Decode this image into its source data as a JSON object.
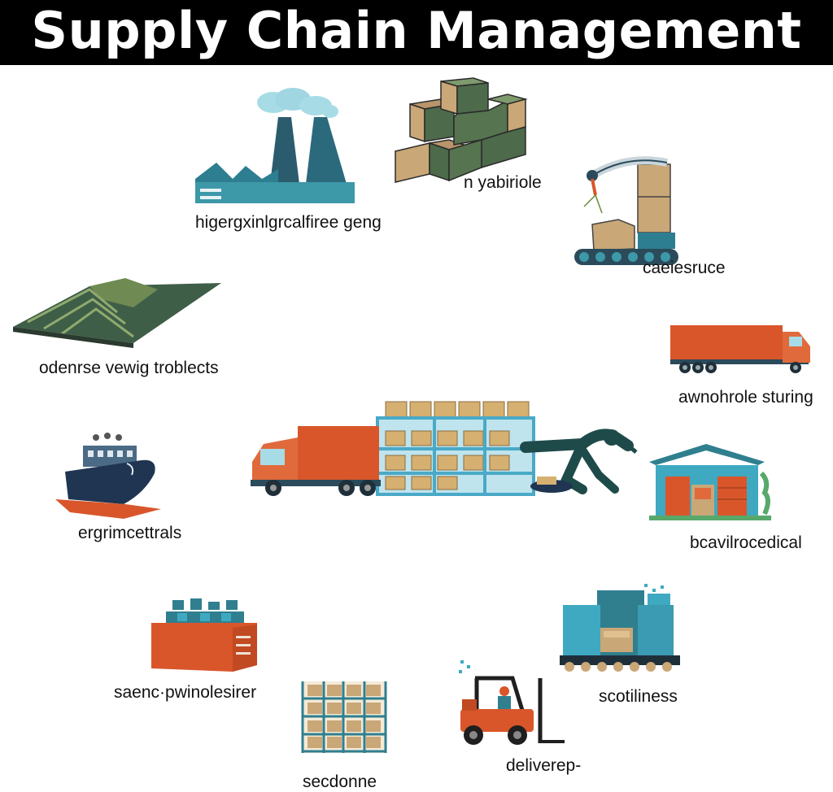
{
  "title": "Supply Chain Management",
  "colors": {
    "title_bg": "#000000",
    "title_fg": "#ffffff",
    "orange": "#d9562b",
    "teal": "#2f7f8f",
    "navy": "#1f3552",
    "box_tan": "#c9a777",
    "box_green": "#4d6a4a",
    "sky": "#7ec9d6"
  },
  "nodes": [
    {
      "id": "factory",
      "icon": "factory-icon",
      "label": "higergxinlgrcalfiree geng"
    },
    {
      "id": "crates",
      "icon": "stacked-crates-icon",
      "label": "n yabiriole"
    },
    {
      "id": "robot-conveyor",
      "icon": "robotic-conveyor-icon",
      "label": "caeiesruce"
    },
    {
      "id": "terrain",
      "icon": "terrain-map-icon",
      "label": "odenrse vewig troblects"
    },
    {
      "id": "truck",
      "icon": "delivery-truck-icon",
      "label": "awnohrole sturing"
    },
    {
      "id": "ship",
      "icon": "cargo-ship-icon",
      "label": "ergrimcettrals"
    },
    {
      "id": "warehouse",
      "icon": "warehouse-icon",
      "label": "bcavilrocedical"
    },
    {
      "id": "container",
      "icon": "cargo-container-icon",
      "label": "saenc·pwinolesirer"
    },
    {
      "id": "shelving",
      "icon": "storage-rack-icon",
      "label": "secdonne"
    },
    {
      "id": "forklift",
      "icon": "forklift-icon",
      "label": "deliverep-"
    },
    {
      "id": "conveyor-boxes",
      "icon": "conveyor-boxes-icon",
      "label": "scotiliness"
    }
  ],
  "hub": {
    "icon": "central-logistics-hub-icon"
  }
}
